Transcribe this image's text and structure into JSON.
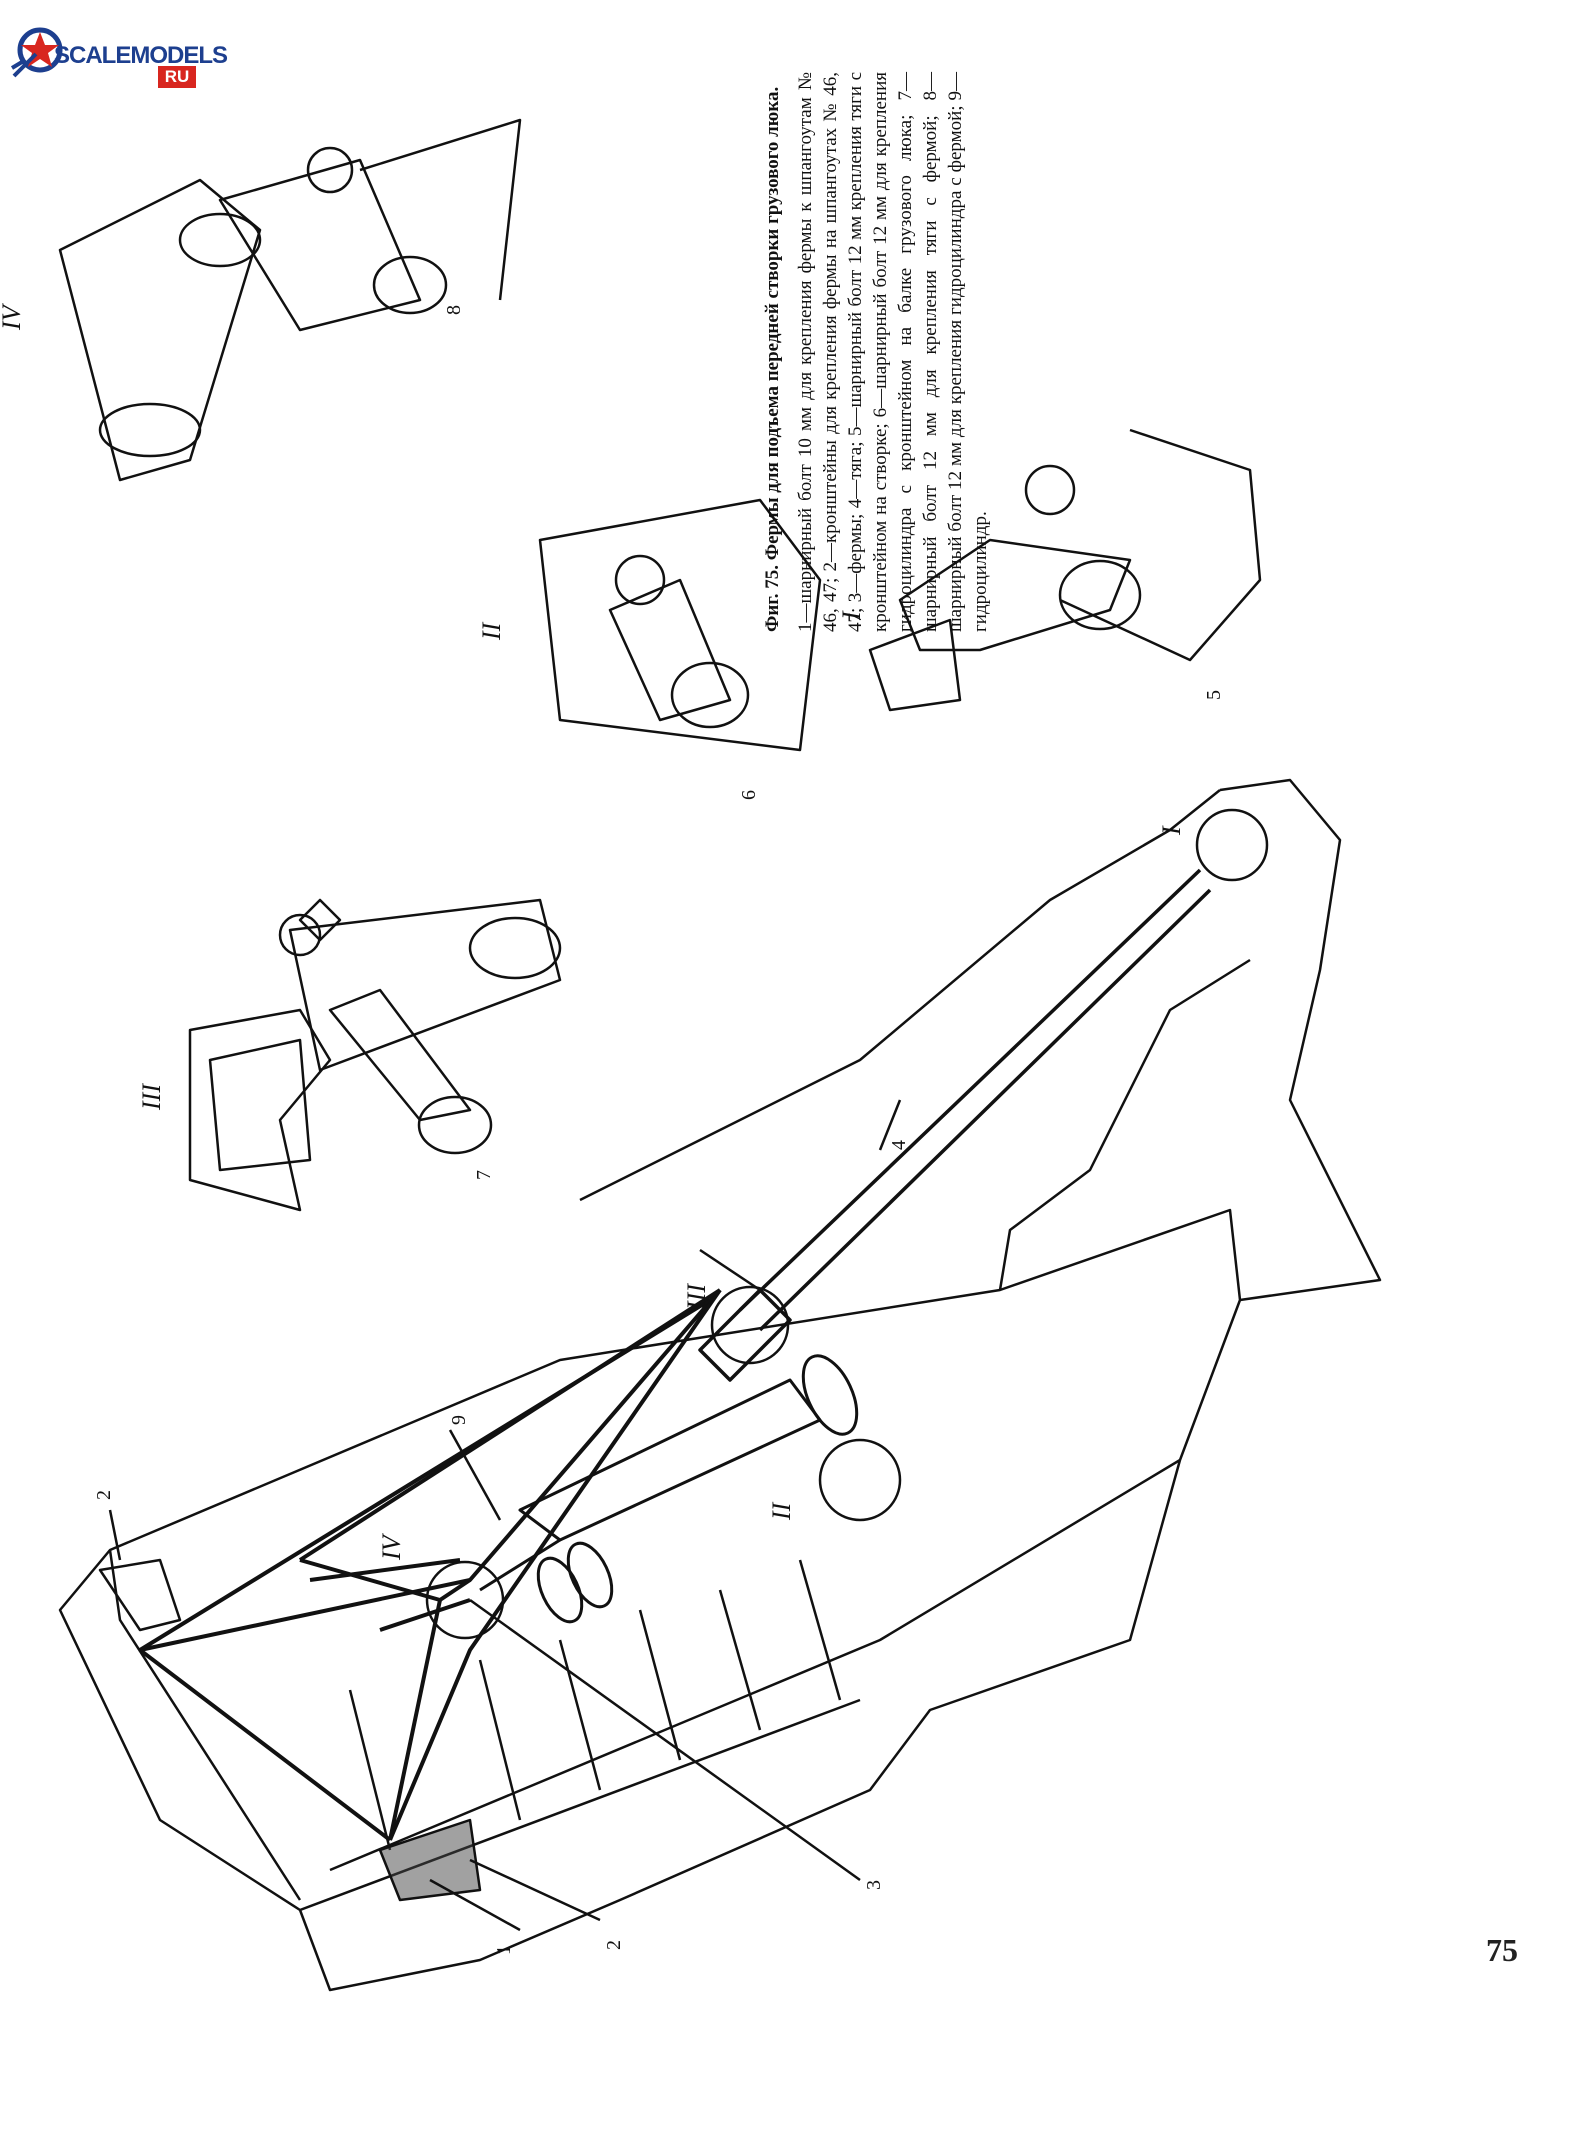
{
  "logo": {
    "text": "SCALEMODELS",
    "suffix": "RU"
  },
  "caption": {
    "title": "Фиг. 75. Фермы для подъема передней створки грузового люка.",
    "body": "1—шарнирный болт 10 мм для крепления фермы к шпангоутам № 46, 47; 2—кронштейны для крепления фермы на шпангоутах № 46, 47; 3—фермы; 4—тяга; 5—шарнирный болт 12 мм крепления тяги с кронштейном на створке; 6—шарнирный болт 12 мм для крепления гидроцилиндра с кронштейном на балке грузового люка; 7—шарнирный болт 12 мм для крепления тяги с фермой; 8—шарнирный болт 12 мм для крепления гидроцилиндра с фермой; 9—гидроцилиндр."
  },
  "detail_labels": {
    "IV": "IV",
    "III": "III",
    "II": "II",
    "I": "I"
  },
  "callouts": {
    "n1": "1",
    "n2": "2",
    "n3": "3",
    "n4": "4",
    "n5": "5",
    "n6": "6",
    "n7": "7",
    "n8": "8",
    "n9": "9",
    "n2top": "2",
    "I": "I",
    "II": "II",
    "III": "III",
    "IV": "IV"
  },
  "page_number": "75",
  "colors": {
    "ink": "#111111",
    "logo_blue": "#1d3f8f",
    "logo_red": "#d8261f"
  }
}
